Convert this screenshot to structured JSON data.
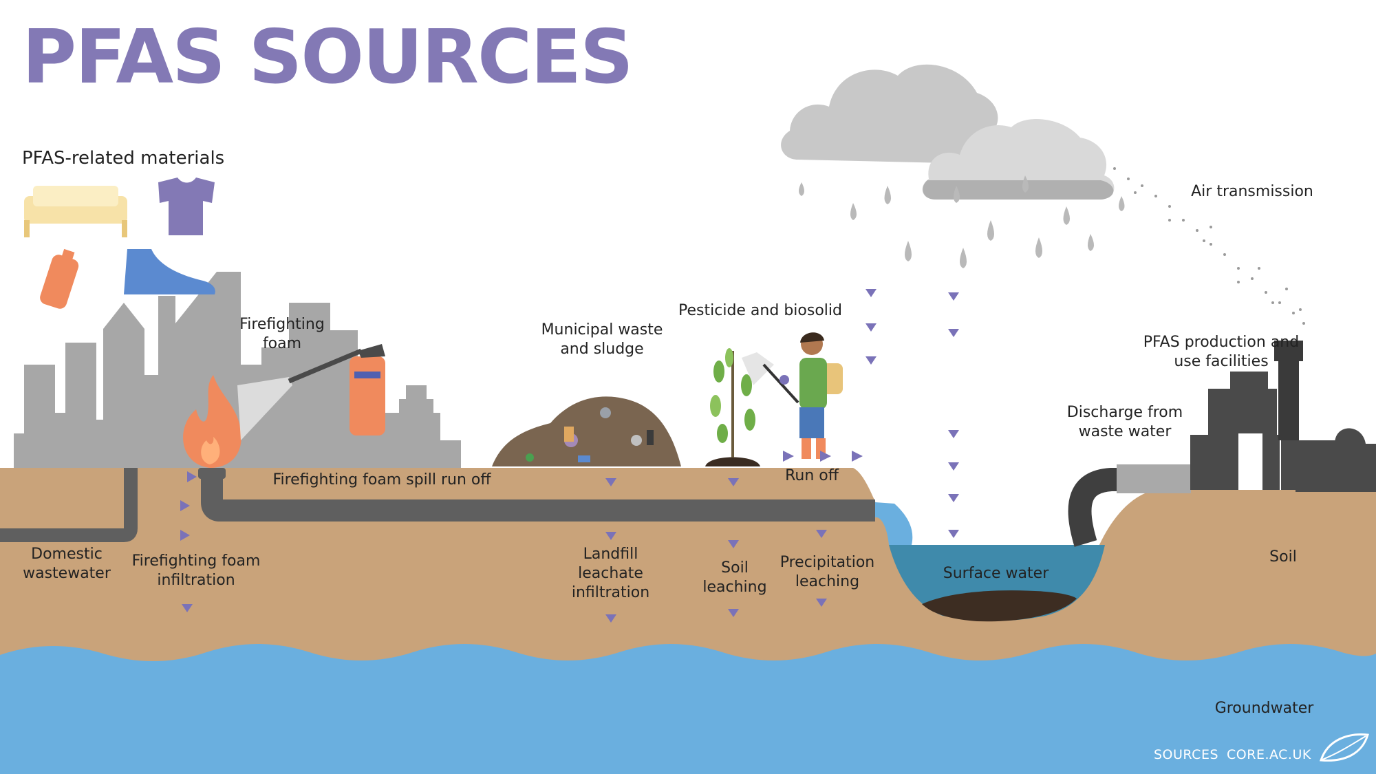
{
  "title": "PFAS SOURCES",
  "materials_heading": "PFAS-related materials",
  "labels": {
    "firefighting_foam": "Firefighting\nfoam",
    "municipal_waste": "Municipal waste\nand sludge",
    "pesticide": "Pesticide and biosolid",
    "air_transmission": "Air transmission",
    "production_facilities": "PFAS production and\nuse facilities",
    "discharge": "Discharge from\nwaste water",
    "foam_spill": "Firefighting foam spill run off",
    "run_off": "Run off",
    "domestic_wastewater": "Domestic\nwastewater",
    "foam_infiltration": "Firefighting foam\ninfiltration",
    "landfill": "Landfill\nleachate\ninfiltration",
    "soil_leaching": "Soil\nleaching",
    "precipitation": "Precipitation\nleaching",
    "surface_water": "Surface water",
    "soil": "Soil",
    "groundwater": "Groundwater"
  },
  "footer": {
    "sources_label": "SOURCES",
    "source": "CORE.AC.UK"
  },
  "icons": [
    "sofa-icon",
    "tshirt-icon",
    "battery-icon",
    "sneaker-icon",
    "fire-icon",
    "fire-extinguisher-icon",
    "cloud-icon",
    "factory-icon",
    "leaf-logo-icon"
  ],
  "colors": {
    "title": "#8379b5",
    "soil": "#c9a37a",
    "groundwater": "#6aafdf",
    "surface_water": "#3f8aab",
    "pipe": "#5f5f5f",
    "city": "#a7a7a7",
    "arrow": "#7a72b8",
    "cloud": "#c8c8c8"
  }
}
